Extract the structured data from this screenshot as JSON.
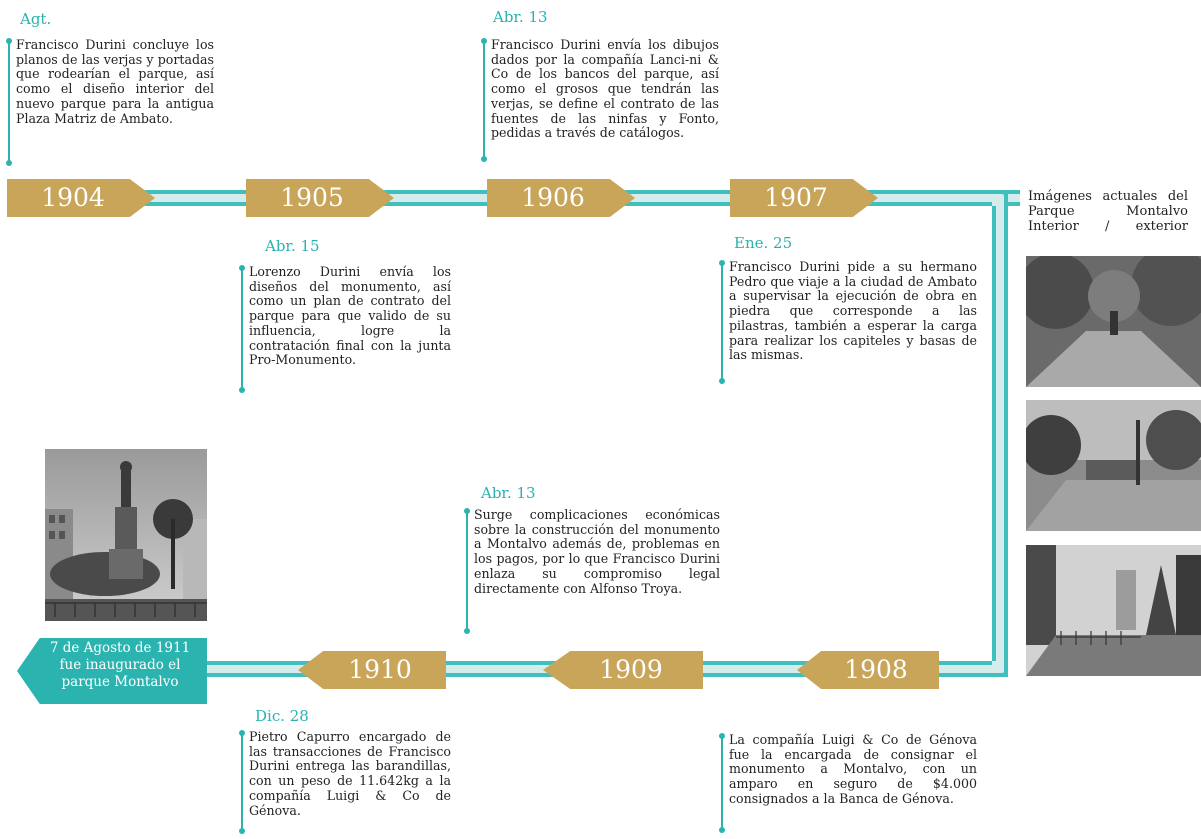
{
  "years": {
    "y1904": "1904",
    "y1905": "1905",
    "y1906": "1906",
    "y1907": "1907",
    "y1908": "1908",
    "y1909": "1909",
    "y1910": "1910"
  },
  "events": [
    {
      "date": "Agt.",
      "text": "Francisco Durini concluye los planos de las verjas y portadas que rodearían el parque, así como el diseño interior del nuevo parque para la antigua Plaza Matriz de Ambato."
    },
    {
      "date": "Abr. 13",
      "text": "Francisco Durini envía los dibujos dados por la compañía Lanci-ni & Co de los bancos del parque, así como el grosos que tendrán las verjas, se define el contrato de las fuentes de las ninfas y Fonto, pedidas a través de catálogos."
    },
    {
      "date": "Abr. 15",
      "text": "Lorenzo Durini envía los diseños del monumento, así como un plan de contrato del parque para que valido de su influencia, logre la contratación final con la junta Pro-Monumento."
    },
    {
      "date": "Ene. 25",
      "text": "Francisco Durini pide a su hermano Pedro que viaje a la ciudad de Ambato a supervisar la ejecución de obra en piedra que corresponde a las pilastras, también a esperar la carga para realizar los capiteles y basas de las mismas."
    },
    {
      "date": "Abr. 13",
      "text": "Surge complicaciones económicas sobre la construcción del monumento a Montalvo además de, problemas en los pagos, por lo que Francisco Durini enlaza su compromiso legal directamente con Alfonso Troya."
    },
    {
      "date": "Dic. 28",
      "text": "Pietro Capurro encargado de las transacciones de Francisco Durini entrega las barandillas, con un peso de 11.642kg a la compañía Luigi & Co de Génova."
    },
    {
      "date": "",
      "text": "La compañía Luigi & Co de Génova fue la encargada de consignar el monumento a Montalvo, con un amparo en seguro de $4.000 consignados a la Banca de Génova."
    }
  ],
  "final_box": "7 de Agosto de 1911 fue inaugurado el parque Montalvo",
  "side_caption": "Imágenes actuales del Parque Montalvo Interior / exterior",
  "colors": {
    "teal": "#3fbfbe",
    "gold": "#c9a55a",
    "teal_text": "#27b3b0"
  }
}
